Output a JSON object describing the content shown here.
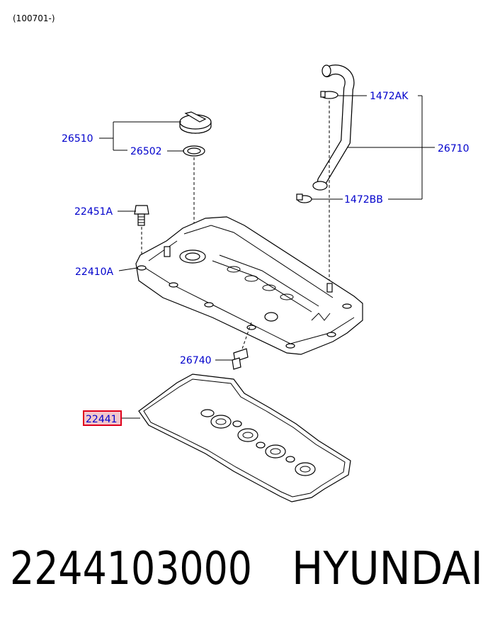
{
  "header": {
    "applicability": "(100701-)"
  },
  "callouts": {
    "c26510": "26510",
    "c26502": "26502",
    "c22451A": "22451A",
    "c22410A": "22410A",
    "c26740": "26740",
    "c22441": "22441",
    "c1472AK": "1472AK",
    "c26710": "26710",
    "c1472BB": "1472BB"
  },
  "colors": {
    "callout_text": "#0000cc",
    "highlight_border": "#e0001b",
    "highlight_fill": "#f2c6cc"
  },
  "footer": {
    "part_number": "2244103000",
    "brand": "HYUNDAI"
  }
}
